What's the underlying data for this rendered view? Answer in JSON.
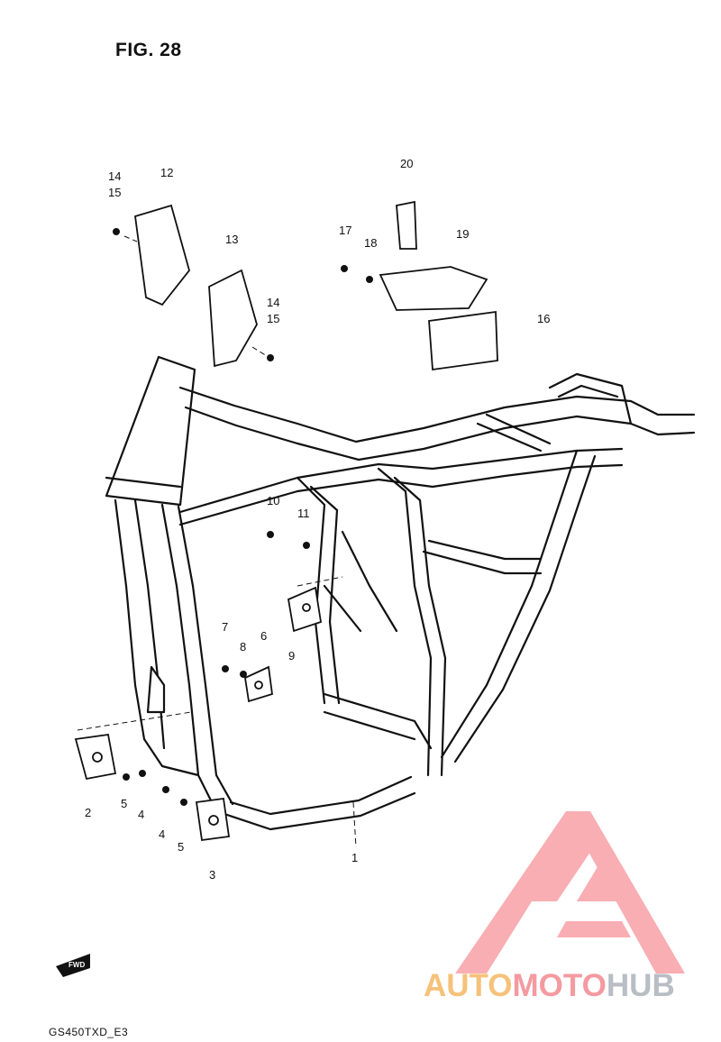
{
  "figure": {
    "title": "FIG. 28",
    "model_code": "GS450TXD_E3"
  },
  "fwd_label": "FWD",
  "callouts": {
    "c1": "1",
    "c2": "2",
    "c3": "3",
    "c4a": "4",
    "c4b": "4",
    "c5a": "5",
    "c5b": "5",
    "c6": "6",
    "c7": "7",
    "c8": "8",
    "c9": "9",
    "c10": "10",
    "c11": "11",
    "c12": "12",
    "c13": "13",
    "c14a": "14",
    "c15a": "15",
    "c14b": "14",
    "c15b": "15",
    "c16": "16",
    "c17": "17",
    "c18": "18",
    "c19": "19",
    "c20": "20"
  },
  "watermark": {
    "part1": "AUTO",
    "part2": "MOTO",
    "part3": "HUB"
  },
  "colors": {
    "watermark_yellow": "#f5c27a",
    "watermark_red": "#f49aa0",
    "watermark_gray": "#b8bec4",
    "ink": "#111111"
  }
}
